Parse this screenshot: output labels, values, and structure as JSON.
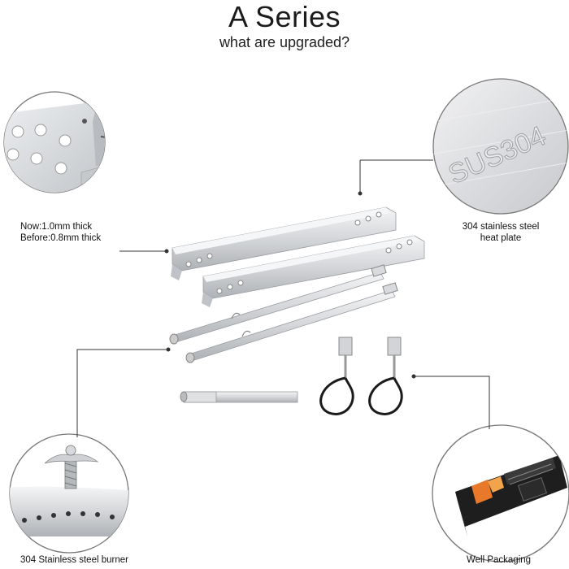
{
  "header": {
    "title": "A Series",
    "subtitle": "what are upgraded?"
  },
  "callouts": {
    "thickness_now": "Now:1.0mm thick",
    "thickness_before": "Before:0.8mm thick",
    "heat_plate_line1": "304 stainless steel",
    "heat_plate_line2": "heat plate",
    "engraving": "SUS304",
    "burner": "304 Stainless steel burner",
    "packaging": "Well Packaging"
  },
  "colors": {
    "steel_light": "#e9eaec",
    "steel_mid": "#c9cbce",
    "steel_dark": "#9a9da2",
    "leader_line": "#333333",
    "packaging_box": "#1e1e1e",
    "packaging_accent": "#e8782a"
  }
}
